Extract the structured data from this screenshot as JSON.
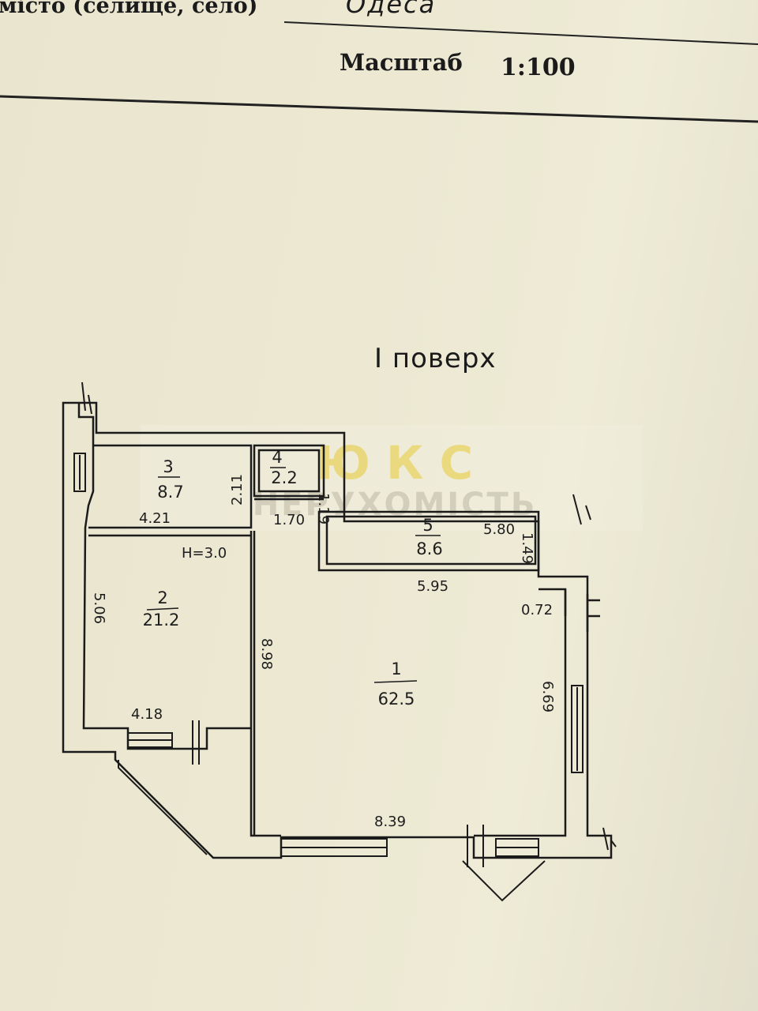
{
  "header": {
    "city_label": "місто (селище, село)",
    "city_value": "Одеса",
    "scale_label": "Масштаб",
    "scale_value": "1:100"
  },
  "floor_title": "І поверх",
  "rooms": [
    {
      "number": "1",
      "area": "62.5"
    },
    {
      "number": "2",
      "area": "21.2"
    },
    {
      "number": "3",
      "area": "8.7"
    },
    {
      "number": "4",
      "area": "2.2"
    },
    {
      "number": "5",
      "area": "8.6"
    }
  ],
  "dimensions": {
    "r3_width": "4.21",
    "r3_height": "2.11",
    "r4_height": "1.19",
    "r4_width": "1.70",
    "r5_top": "5.80",
    "r5_side": "1.49",
    "r5_bottom": "5.95",
    "notch": "0.72",
    "r2_height": "5.06",
    "r2_width": "4.18",
    "ceiling": "H=3.0",
    "r1_left": "8.98",
    "r1_right": "6.69",
    "r1_bottom": "8.39"
  },
  "watermark": {
    "brand": "Ю К С",
    "sub": "НЕРУХОМІСТЬ"
  },
  "colors": {
    "paper": "#ece8d2",
    "ink": "#1b1b1b",
    "watermark": "#e9cc3a"
  }
}
